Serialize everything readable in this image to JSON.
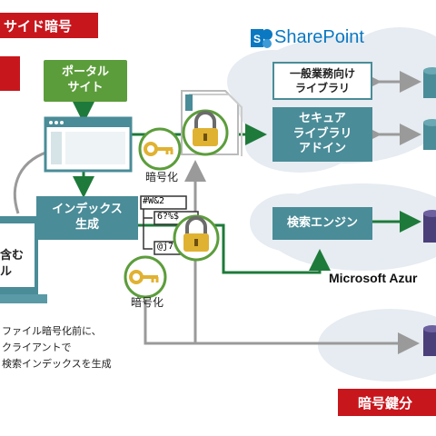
{
  "top_left_tag": "サイド暗号",
  "sharepoint": {
    "label": "SharePoint"
  },
  "portal_box": "ポータル\nサイト",
  "index_box": "インデックス\n生成",
  "library_general": "一般業務向け\nライブラリ",
  "secure_addin": "セキュア\nライブラリ\nアドイン",
  "search_engine": "検索エンジン",
  "encrypt_label_1": "暗号化",
  "encrypt_label_2": "暗号化",
  "cipher_texts": [
    "#W&2",
    "6?%$",
    "@j7"
  ],
  "client_partial": [
    "含む",
    "ル"
  ],
  "azure_label": "Microsoft Azur",
  "bottom_note": [
    "ファイル暗号化前に、",
    "クライアントで",
    "検索インデックスを生成"
  ],
  "bottom_right_tag": "暗号鍵分",
  "colors": {
    "red": "#c8161d",
    "green": "#5c9d3b",
    "teal": "#4a8c98",
    "dark_green": "#1e7a3a",
    "gray": "#a0a0a0",
    "sharepoint_blue": "#0b78c2",
    "key_yellow": "#e0b232",
    "cloud": "#e6ecf1",
    "db_purple": "#4b3f7a"
  }
}
